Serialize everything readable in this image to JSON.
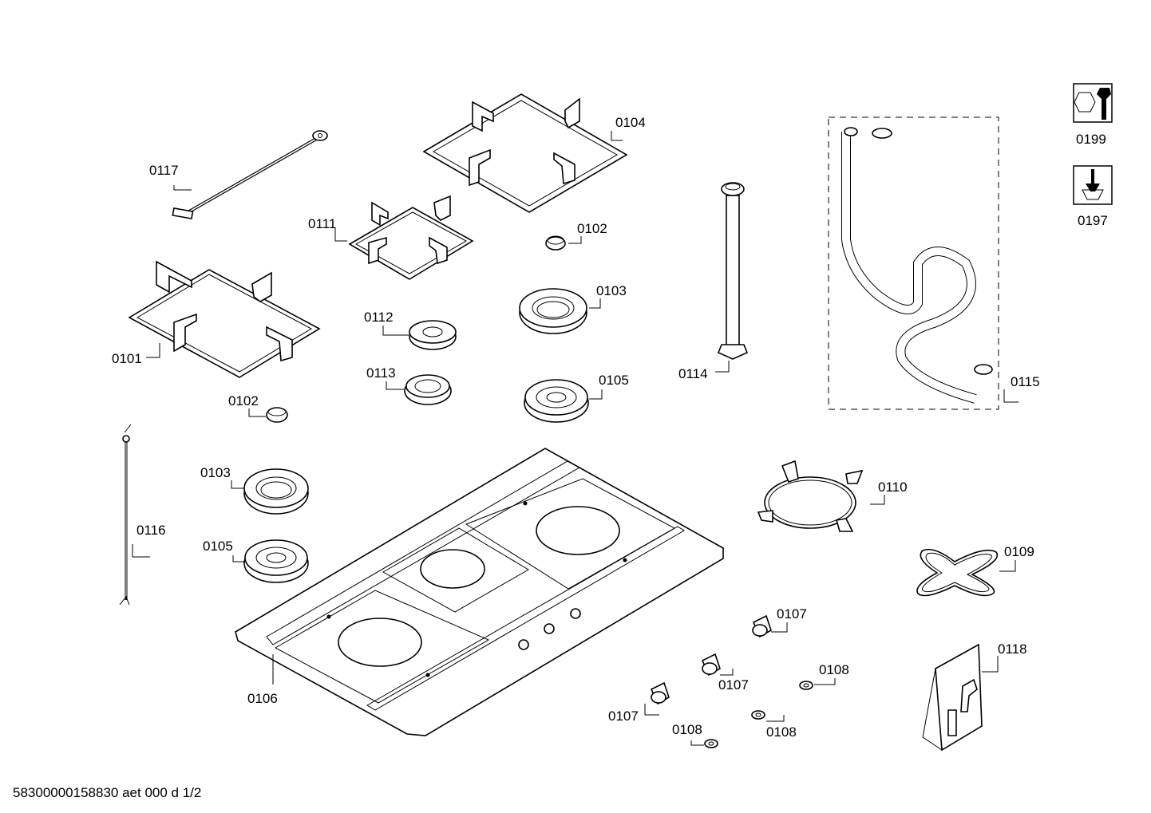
{
  "parts": {
    "p0101": "0101",
    "p0102a": "0102",
    "p0102b": "0102",
    "p0103a": "0103",
    "p0103b": "0103",
    "p0104": "0104",
    "p0105a": "0105",
    "p0105b": "0105",
    "p0106": "0106",
    "p0107a": "0107",
    "p0107b": "0107",
    "p0107c": "0107",
    "p0108a": "0108",
    "p0108b": "0108",
    "p0108c": "0108",
    "p0109": "0109",
    "p0110": "0110",
    "p0111": "0111",
    "p0112": "0112",
    "p0113": "0113",
    "p0114": "0114",
    "p0115": "0115",
    "p0116": "0116",
    "p0117": "0117",
    "p0118": "0118",
    "p0197": "0197",
    "p0199": "0199"
  },
  "icons": {
    "p0199": "wrench-nut-icon",
    "p0197": "screwdriver-icon"
  },
  "footer": "58300000158830 aet 000 d 1/2"
}
